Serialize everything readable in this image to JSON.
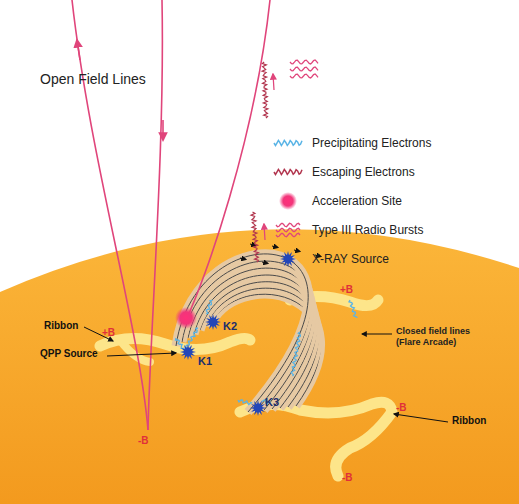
{
  "diagram": {
    "labels": [
      "Open Field Lines",
      "Closed field lines (Flare Arcade)",
      "+B",
      "+B",
      "Ribbon",
      "QPP Source",
      "K1",
      "K2",
      "K3",
      "Ribbon",
      "-B",
      "-B",
      "-B"
    ],
    "legend": [
      {
        "text": "Precipitating Electrons"
      },
      {
        "text": "Escaping Electrons"
      },
      {
        "text": "Acceleration Site"
      },
      {
        "text": "Type III Radio Bursts"
      },
      {
        "text": "X-RAY Source"
      }
    ]
  }
}
